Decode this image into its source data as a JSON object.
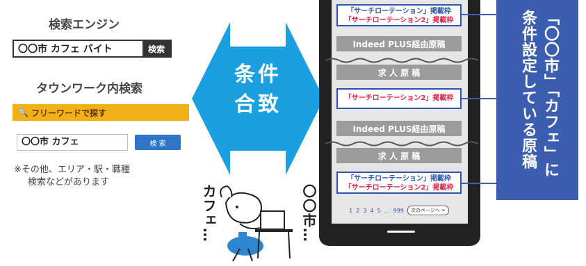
{
  "left": {
    "engine_heading": "検索エンジン",
    "engine_query": "〇〇市 カフェ バイト",
    "engine_button": "検索",
    "townwork_heading": "タウンワーク内検索",
    "freeword_label": "フリーワードで探す",
    "townwork_query": "〇〇市 カフェ",
    "townwork_button": "検 索",
    "note_line1": "※その他、エリア・駅・職種",
    "note_line2": "検索などがあります"
  },
  "center": {
    "arrow_line1": "条件",
    "arrow_line2": "合致",
    "arrow_color": "#1a9fe0"
  },
  "character": {
    "left_thought": "カフェ…",
    "right_thought": "〇〇市…"
  },
  "phone": {
    "cards": [
      {
        "line1": "「サーチローテーション」掲載枠",
        "line2": "「サーチローテーション2」掲載枠"
      },
      {
        "line1": "「サーチローテーション2」掲載枠"
      },
      {
        "line1": "「サーチローテーション」掲載枠",
        "line2": "「サーチローテーション2」掲載枠"
      }
    ],
    "indeed_label": "Indeed PLUS経由原稿",
    "kyujin_label": "求 人 原 稿",
    "pager": {
      "pages": [
        "1",
        "2",
        "3",
        "4",
        "5",
        "…",
        "999"
      ],
      "next": "次のページへ >"
    }
  },
  "right": {
    "callout": "「〇〇市」「カフェ」に条件設定している原稿",
    "callout_line1": "「〇〇市」「カフェ」に",
    "callout_line2": "条件設定している原稿",
    "box_color": "#3b5eb0"
  }
}
